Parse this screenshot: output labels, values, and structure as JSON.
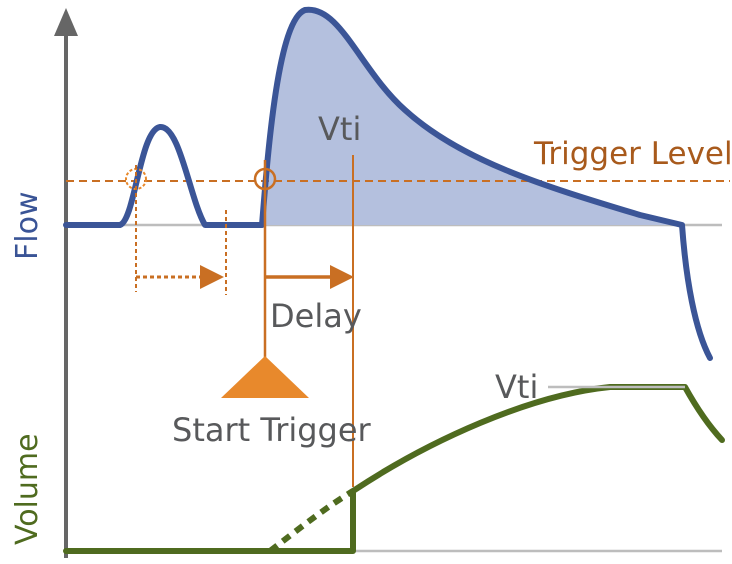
{
  "labels": {
    "flow_axis": "Flow",
    "volume_axis": "Volume",
    "vti_flow": "Vti",
    "vti_volume": "Vti",
    "trigger_level": "Trigger Level",
    "delay": "Delay",
    "start_trigger": "Start Trigger"
  },
  "colors": {
    "flow": "#3b5597",
    "flow_fill": "#b4c0de",
    "volume": "#4f6b1f",
    "trigger": "#c96f23",
    "trigger_marker": "#e8892c",
    "baseline": "#bdbdbd",
    "axis": "#666666"
  }
}
